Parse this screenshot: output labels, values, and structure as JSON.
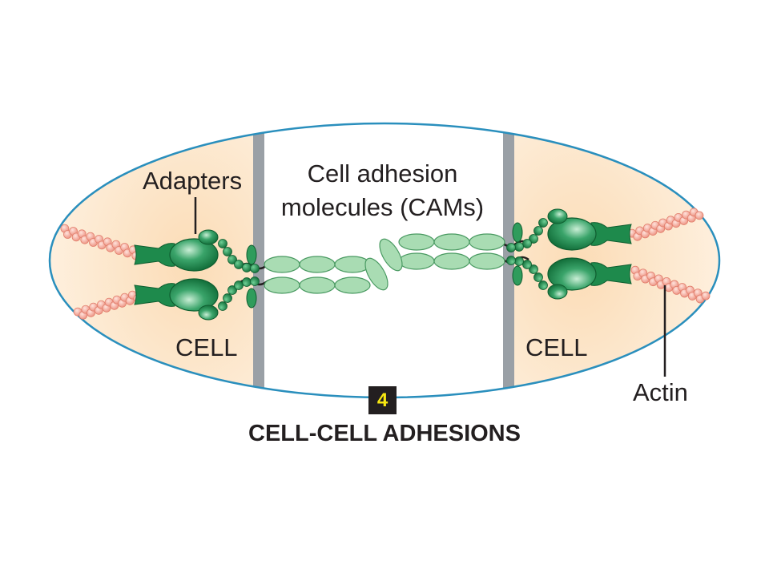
{
  "labels": {
    "adapters": "Adapters",
    "cams_line1": "Cell adhesion",
    "cams_line2": "molecules (CAMs)",
    "cell_left": "CELL",
    "cell_right": "CELL",
    "actin": "Actin"
  },
  "badge": "4",
  "caption": "CELL-CELL ADHESIONS",
  "colors": {
    "ellipse_stroke": "#2a8fbd",
    "cell_fill": "#fbdcb6",
    "membrane": "#9aa0a6",
    "adapter_green": "#1e8a4c",
    "cam_green": "#a9dcb3",
    "actin_pink": "#f4a79a",
    "badge_bg": "#231f20",
    "badge_text": "#f7e712"
  }
}
